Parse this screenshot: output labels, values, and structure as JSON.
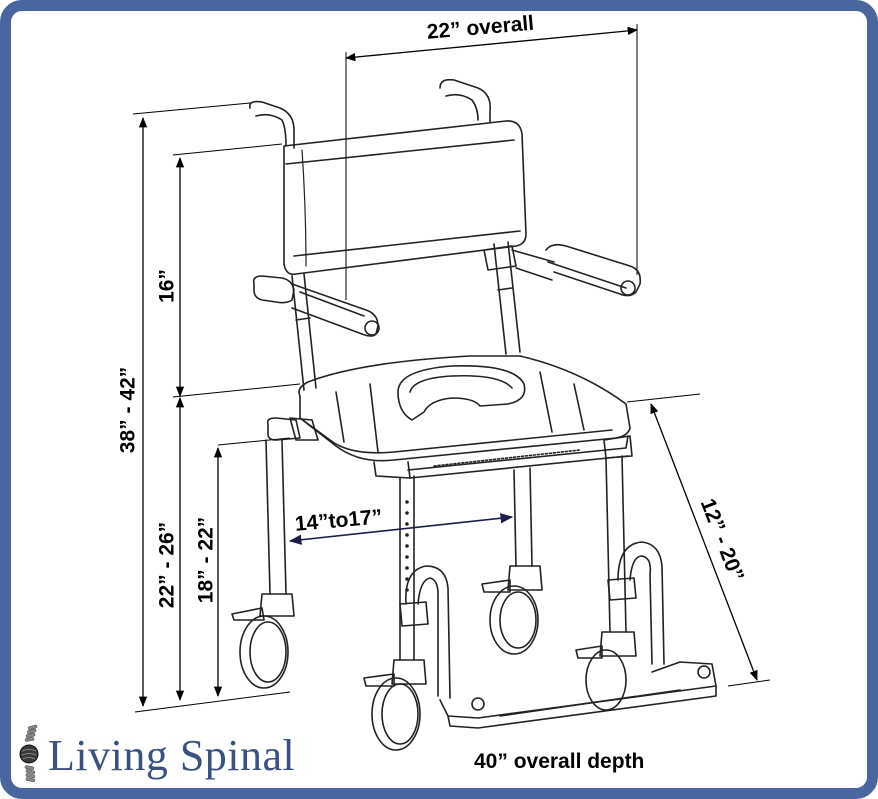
{
  "diagram": {
    "subject": "Shower commode chair with dimensions",
    "dimensions": {
      "overall_width": "22” overall",
      "overall_height": "38” - 42”",
      "backrest_height": "16”",
      "seat_height": "22” - 26”",
      "seat_height_low": "18” - 22”",
      "seat_width": "14”to17”",
      "footrest_distance": "12” - 20”",
      "overall_depth": "40” overall depth"
    }
  },
  "branding": {
    "logo_text": "Living Spinal",
    "logo_icon": "spine-icon",
    "brand_color": "#3b5183"
  },
  "frame": {
    "border_color": "#4a66a0"
  }
}
